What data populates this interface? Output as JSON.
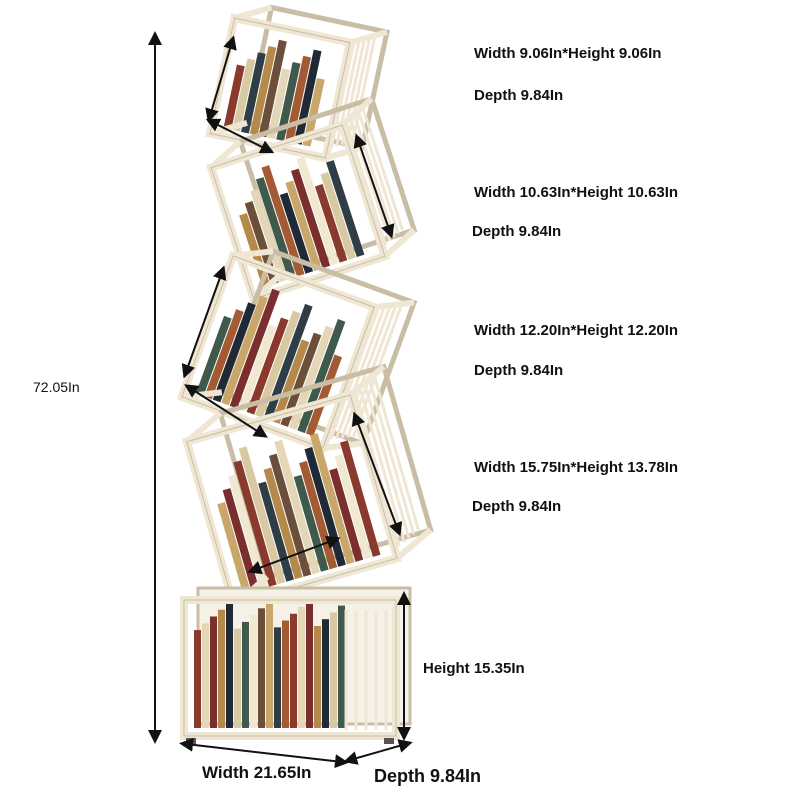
{
  "total_height": "72.05In",
  "shelves": [
    {
      "size": "Width 9.06In*Height 9.06In",
      "depth": "Depth 9.84In"
    },
    {
      "size": "Width 10.63In*Height 10.63In",
      "depth": "Depth 9.84In"
    },
    {
      "size": "Width 12.20In*Height 12.20In",
      "depth": "Depth 9.84In"
    },
    {
      "size": "Width 15.75In*Height 13.78In",
      "depth": "Depth 9.84In"
    }
  ],
  "base": {
    "height": "Height 15.35In",
    "width": "Width 21.65In",
    "depth": "Depth 9.84In"
  },
  "colors": {
    "frame": "#efe6d4",
    "frame_edge": "#c9bda6",
    "arrow": "#111111",
    "book_palette": [
      "#8a3a2c",
      "#d8c9a3",
      "#2f3e46",
      "#b5894a",
      "#6b4f3a",
      "#e4d7b8",
      "#3f5a4c",
      "#a45a32",
      "#1f2a36",
      "#c9a76b",
      "#7a2e2e",
      "#f1e8d2"
    ]
  }
}
